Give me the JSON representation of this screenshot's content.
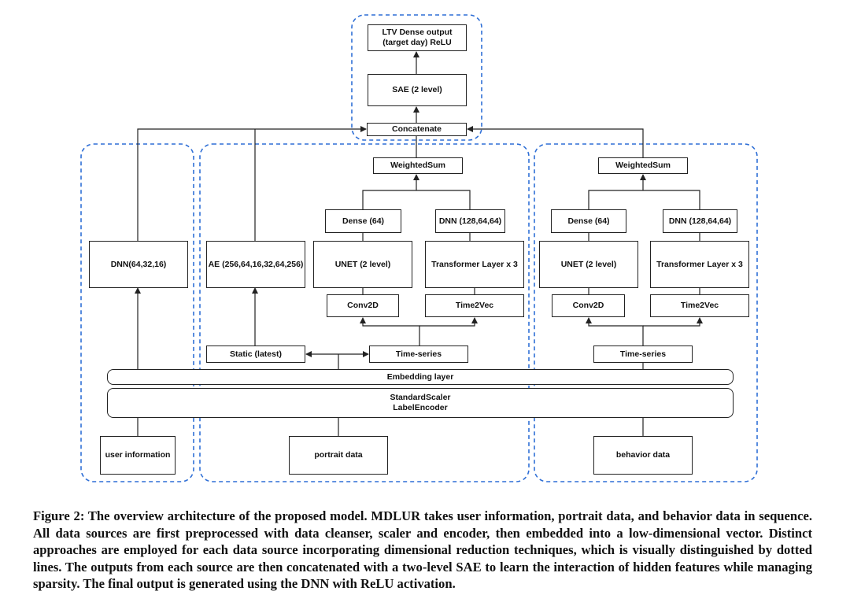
{
  "diagram": {
    "output": {
      "line1": "LTV Dense output",
      "line2": "(target day) ReLU"
    },
    "sae": "SAE (2 level)",
    "concatenate": "Concatenate",
    "portrait": {
      "weighted_sum": "WeightedSum",
      "dense": "Dense (64)",
      "dnn": "DNN (128,64,64)",
      "unet": "UNET (2 level)",
      "transformer": "Transformer Layer x 3",
      "conv2d": "Conv2D",
      "time2vec": "Time2Vec",
      "ae": "AE (256,64,16,32,64,256)",
      "static": "Static (latest)",
      "time_series": "Time-series",
      "source": "portrait data"
    },
    "behavior": {
      "weighted_sum": "WeightedSum",
      "dense": "Dense (64)",
      "dnn": "DNN (128,64,64)",
      "unet": "UNET (2 level)",
      "transformer": "Transformer Layer x 3",
      "conv2d": "Conv2D",
      "time2vec": "Time2Vec",
      "time_series": "Time-series",
      "source": "behavior data"
    },
    "user": {
      "dnn": "DNN(64,32,16)",
      "source": "user information"
    },
    "embedding": "Embedding layer",
    "preprocess": {
      "line1": "StandardScaler",
      "line2": "LabelEncoder"
    },
    "colors": {
      "dashed_border": "#2f6fd6",
      "line": "#222222"
    }
  },
  "caption": "Figure 2: The overview architecture of the proposed model. MDLUR takes user information, portrait data, and behavior data in sequence. All data sources are first preprocessed with data cleanser, scaler and encoder, then embedded into a low-dimensional vector. Distinct approaches are employed for each data source incorporating dimensional reduction techniques, which is visually distinguished by dotted lines. The outputs from each source are then concatenated with a two-level SAE to learn the interaction of hidden features while managing sparsity. The final output is generated using the DNN with ReLU activation."
}
